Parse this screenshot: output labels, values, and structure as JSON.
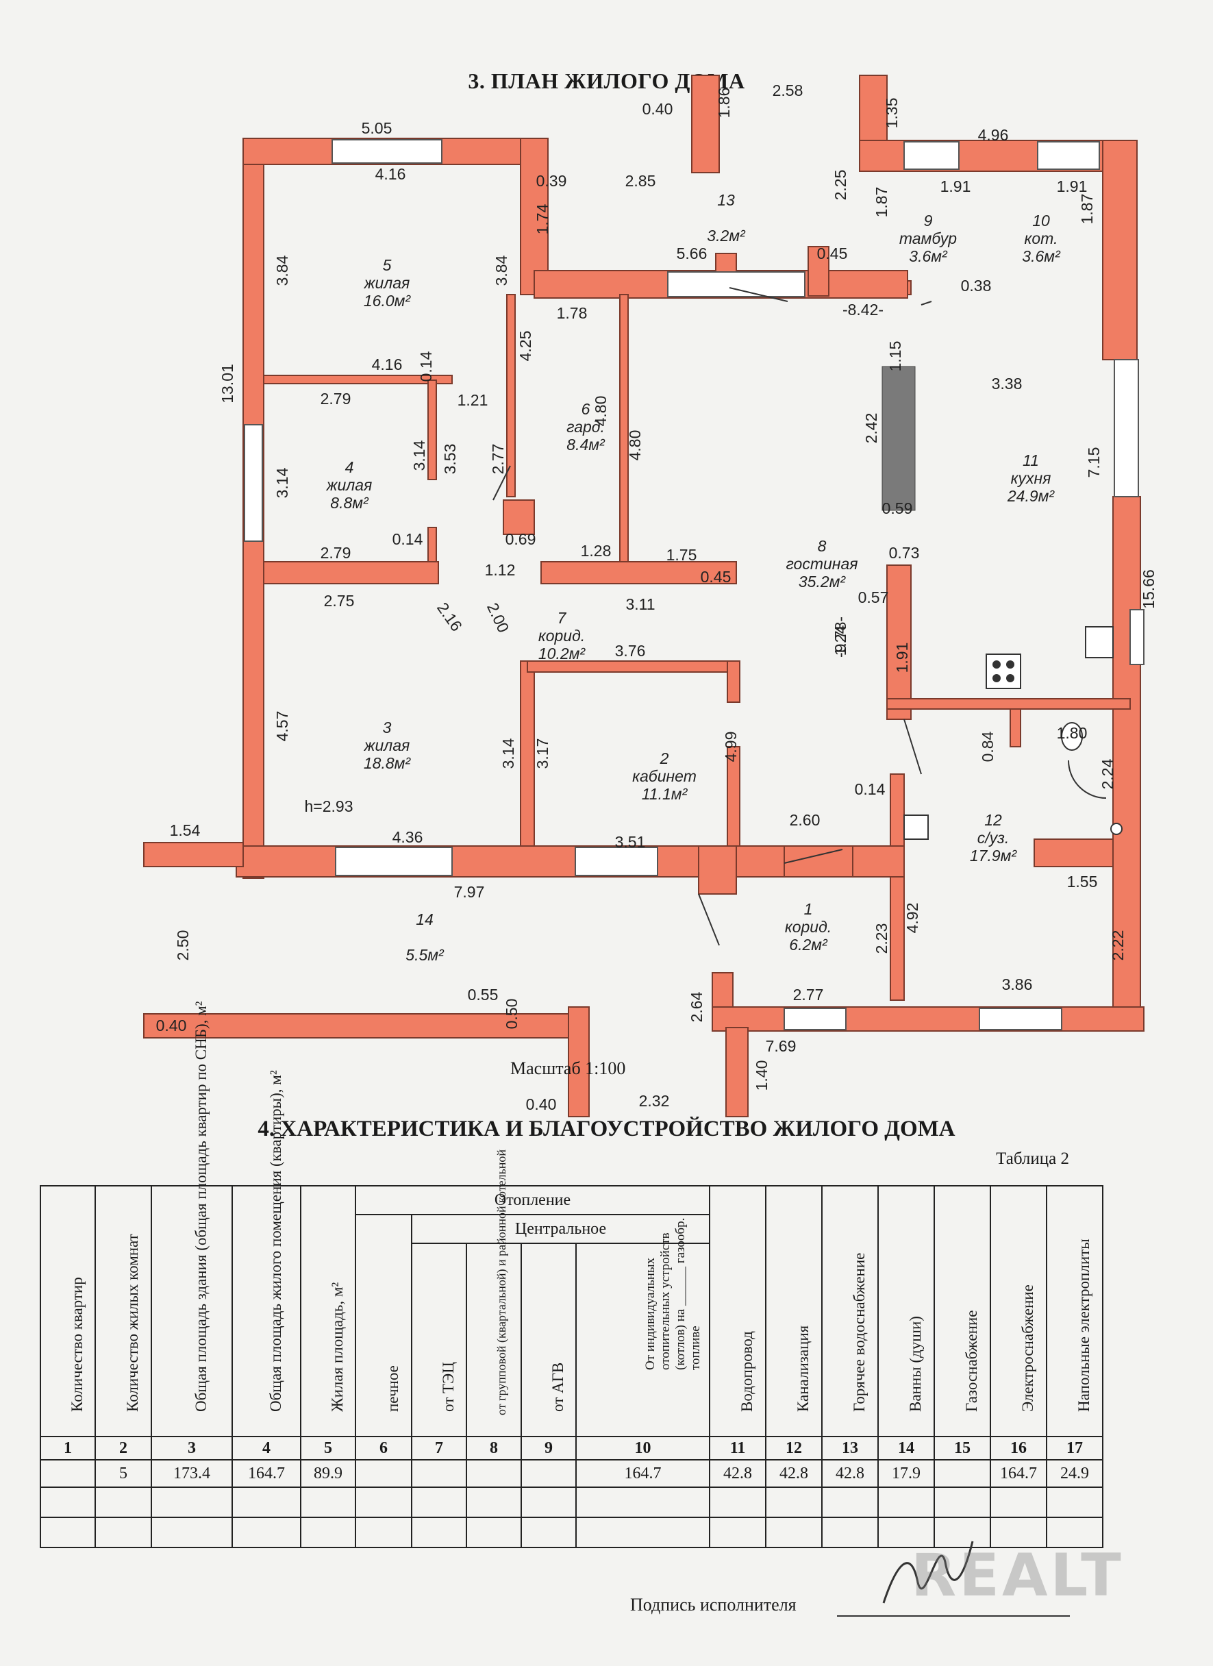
{
  "plan": {
    "title": "3. ПЛАН ЖИЛОГО ДОМА",
    "scale": "Масштаб  1:100",
    "wall_color": "#f07d63",
    "rooms": [
      {
        "n": "1",
        "name": "корид.",
        "area": "6.2м²"
      },
      {
        "n": "2",
        "name": "кабинет",
        "area": "11.1м²"
      },
      {
        "n": "3",
        "name": "жилая",
        "area": "18.8м²"
      },
      {
        "n": "4",
        "name": "жилая",
        "area": "8.8м²"
      },
      {
        "n": "5",
        "name": "жилая",
        "area": "16.0м²"
      },
      {
        "n": "6",
        "name": "гард.",
        "area": "8.4м²"
      },
      {
        "n": "7",
        "name": "корид.",
        "area": "10.2м²"
      },
      {
        "n": "8",
        "name": "гостиная",
        "area": "35.2м²"
      },
      {
        "n": "9",
        "name": "тамбур",
        "area": "3.6м²"
      },
      {
        "n": "10",
        "name": "кот.",
        "area": "3.6м²"
      },
      {
        "n": "11",
        "name": "кухня",
        "area": "24.9м²"
      },
      {
        "n": "12",
        "name": "с/уз.",
        "area": "17.9м²"
      },
      {
        "n": "13",
        "name": "",
        "area": "3.2м²"
      },
      {
        "n": "14",
        "name": "",
        "area": "5.5м²"
      }
    ],
    "height_note": "h=2.93",
    "dims": [
      "5.05",
      "4.16",
      "3.84",
      "3.84",
      "13.01",
      "4.16",
      "0.14",
      "2.79",
      "3.14",
      "3.14",
      "3.53",
      "4.25",
      "1.78",
      "1.21",
      "2.77",
      "0.14",
      "2.79",
      "2.75",
      "2.16",
      "2.00",
      "4.57",
      "0.40",
      "1.86",
      "2.58",
      "1.35",
      "0.39",
      "2.85",
      "1.74",
      "2.25",
      "4.96",
      "1.87",
      "1.91",
      "1.91",
      "1.87",
      "5.66",
      "0.45",
      "0.38",
      "-8.42-",
      "4.80",
      "4.80",
      "1.15",
      "2.42",
      "0.59",
      "3.38",
      "7.15",
      "0.69",
      "1.12",
      "1.28",
      "1.75",
      "0.45",
      "0.73",
      "3.11",
      "1.24",
      "0.57",
      "1.91",
      "15.66",
      "3.76",
      "3.14",
      "3.17",
      "4.99",
      "0.84",
      "1.80",
      "2.24",
      "0.14",
      "-9.78-",
      "4.36",
      "3.51",
      "2.60",
      "1.54",
      "7.97",
      "2.50",
      "2.23",
      "4.92",
      "1.55",
      "2.22",
      "0.55",
      "0.50",
      "0.40",
      "2.64",
      "2.77",
      "3.86",
      "7.69",
      "1.40",
      "0.40",
      "2.32"
    ]
  },
  "section4": {
    "title": "4. ХАРАКТЕРИСТИКА И БЛАГОУСТРОЙСТВО ЖИЛОГО ДОМА",
    "table_label": "Таблица 2",
    "group_heating": "Отопление",
    "group_central": "Центральное",
    "headers": [
      "Количество квартир",
      "Количество жилых комнат",
      "Общая площадь здания (общая площадь квартир по СНБ), м²",
      "Общая площадь жилого помещения (квартиры), м²",
      "Жилая площадь, м²",
      "печное",
      "от ТЭЦ",
      "от групповой (квартальной) и районной котельной",
      "от АГВ",
      "От индивидуальных отопительных устройств (котлов) на ______ газообр. топливе",
      "Водопровод",
      "Канализация",
      "Горячее водоснабжение",
      "Ванны (души)",
      "Газоснабжение",
      "Электроснабжение",
      "Напольные электроплиты"
    ],
    "col_numbers": [
      "1",
      "2",
      "3",
      "4",
      "5",
      "6",
      "7",
      "8",
      "9",
      "10",
      "11",
      "12",
      "13",
      "14",
      "15",
      "16",
      "17"
    ],
    "values": [
      "",
      "5",
      "173.4",
      "164.7",
      "89.9",
      "",
      "",
      "",
      "",
      "164.7",
      "42.8",
      "42.8",
      "42.8",
      "17.9",
      "",
      "164.7",
      "24.9"
    ],
    "signature_label": "Подпись исполнителя",
    "watermark": "REALT"
  }
}
